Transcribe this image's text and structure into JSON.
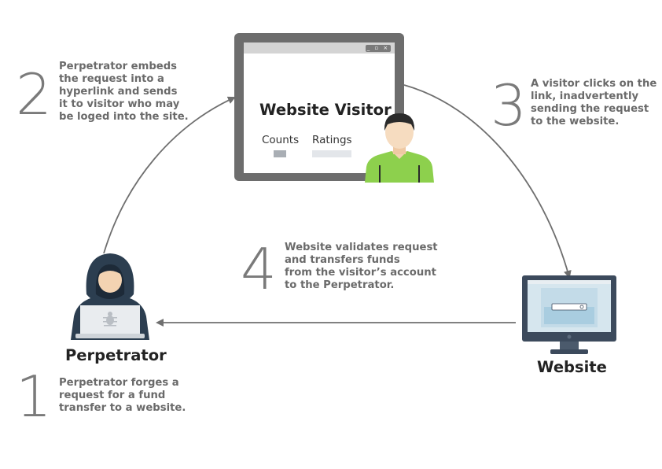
{
  "steps": [
    {
      "number": "1",
      "text": "Perpetrator forges a\nrequest for a fund\ntransfer to a website."
    },
    {
      "number": "2",
      "text": "Perpetrator embeds\nthe request into a\nhyperlink and sends\nit to visitor who may\nbe loged into the site."
    },
    {
      "number": "3",
      "text": "A visitor clicks on the\nlink, inadvertently\nsending the request\nto the website."
    },
    {
      "number": "4",
      "text": "Website validates request\nand transfers funds\nfrom the visitor’s account\nto the Perpetrator."
    }
  ],
  "nodes": {
    "perpetrator": "Perpetrator",
    "website": "Website",
    "visitor_window_title": "Website Visitor"
  },
  "visitor_window": {
    "tabs": [
      "Counts",
      "Ratings"
    ]
  },
  "colors": {
    "arrow": "#6f6f6f",
    "frame": "#6d6d6d",
    "shirt": "#8dd04d",
    "hood": "#2c3e50",
    "monitor": "#3c4a5c",
    "screen": "#d6e6ee"
  },
  "icons": [
    "hacker-icon",
    "laptop-icon",
    "bug-icon",
    "person-icon",
    "monitor-icon",
    "window-controls-icon"
  ]
}
